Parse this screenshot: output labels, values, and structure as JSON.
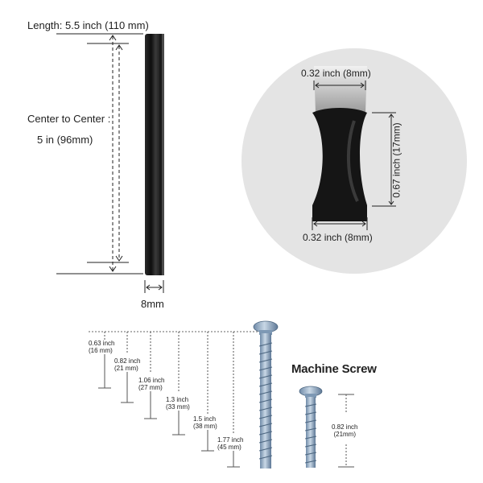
{
  "dimensions": {
    "length": "Length: 5.5 inch (110 mm)",
    "center_label": "Center to Center :",
    "center_value": "5 in (96mm)",
    "width_bottom": "8mm"
  },
  "detail": {
    "top_width": "0.32 inch (8mm)",
    "height": "0.67 inch (17mm)",
    "bottom_width": "0.32 inch (8mm)"
  },
  "screws": {
    "title": "Machine Screw",
    "sizes": [
      {
        "inch": "0.63 inch",
        "mm": "(16 mm)"
      },
      {
        "inch": "0.82 inch",
        "mm": "(21 mm)"
      },
      {
        "inch": "1.06 inch",
        "mm": "(27 mm)"
      },
      {
        "inch": "1.3 inch",
        "mm": "(33 mm)"
      },
      {
        "inch": "1.5 inch",
        "mm": "(38 mm)"
      },
      {
        "inch": "1.77 inch",
        "mm": "(45 mm)"
      }
    ],
    "short": {
      "inch": "0.82 inch",
      "mm": "(21mm)"
    }
  },
  "colors": {
    "handle": "#141414",
    "circle": "#e4e4e4",
    "screw": "#8fa9c4"
  }
}
